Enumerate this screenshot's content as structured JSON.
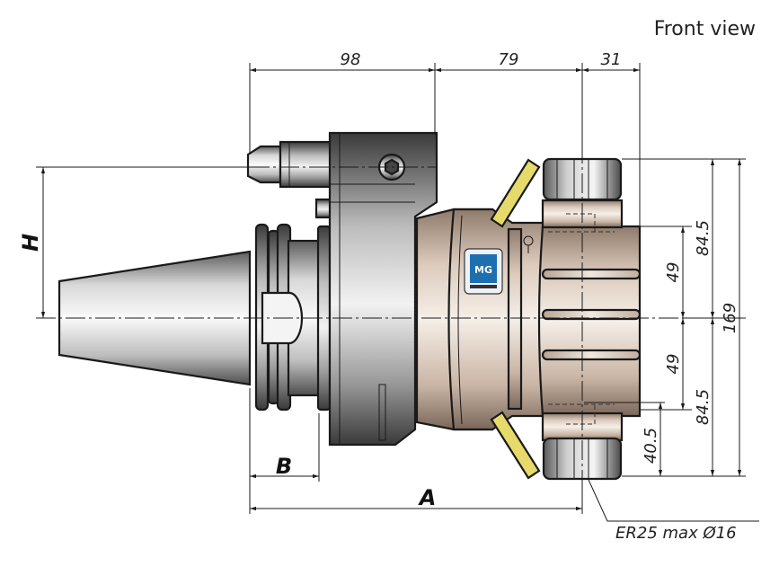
{
  "view_title": "Front view",
  "dimensions": {
    "top_98": "98",
    "top_79": "79",
    "top_31": "31",
    "right_84_5_top": "84.5",
    "right_49_top": "49",
    "right_169": "169",
    "right_49_bottom": "49",
    "right_84_5_bottom": "84.5",
    "right_40_5": "40.5",
    "label_H": "H",
    "label_B": "B",
    "label_A": "A"
  },
  "callout": "ER25 max Ø16",
  "scale_marks": [
    "10",
    "0",
    "350"
  ],
  "colors": {
    "steel_light": "#f2f2f2",
    "steel_dark": "#6e6e6e",
    "bronze_light": "#efe6dc",
    "bronze_dark": "#a89484",
    "accent_yellow": "#e6da6a",
    "logo_blue": "#1d6fb0"
  }
}
